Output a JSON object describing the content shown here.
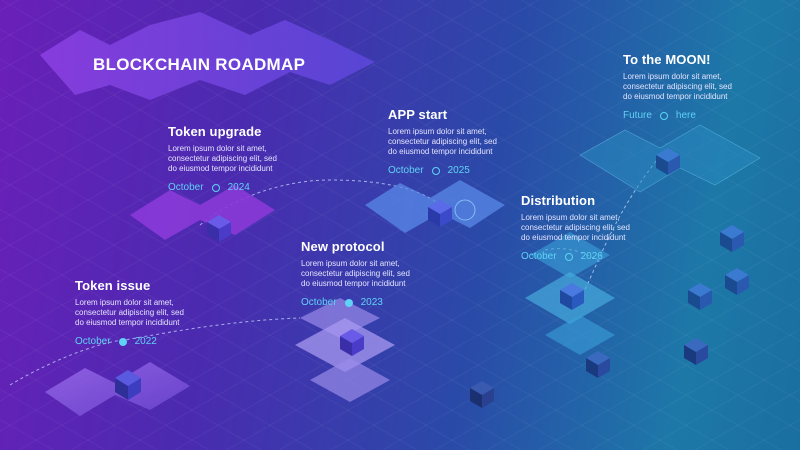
{
  "title": "BLOCKCHAIN ROADMAP",
  "colors": {
    "accent": "#5fd2f5",
    "background_left": "#6a1fb8",
    "background_right": "#1a6fa0",
    "tile": "#7b4ad8",
    "cube": "#3b3ab0"
  },
  "milestones": [
    {
      "title": "Token issue",
      "body": "Lorem ipsum dolor sit amet,\nconsectetur adipiscing elit, sed\ndo eiusmod tempor incididunt",
      "date_left": "October",
      "date_right": "2022",
      "marker": "filled"
    },
    {
      "title": "Token upgrade",
      "body": "Lorem ipsum dolor sit amet,\nconsectetur adipiscing elit, sed\ndo eiusmod tempor incididunt",
      "date_left": "October",
      "date_right": "2024",
      "marker": "ring"
    },
    {
      "title": "New protocol",
      "body": "Lorem ipsum dolor sit amet,\nconsectetur adipiscing elit, sed\ndo eiusmod tempor incididunt",
      "date_left": "October",
      "date_right": "2023",
      "marker": "filled"
    },
    {
      "title": "APP start",
      "body": "Lorem ipsum dolor sit amet,\nconsectetur adipiscing elit, sed\ndo eiusmod tempor incididunt",
      "date_left": "October",
      "date_right": "2025",
      "marker": "ring"
    },
    {
      "title": "Distribution",
      "body": "Lorem ipsum dolor sit amet,\nconsectetur adipiscing elit, sed\ndo eiusmod tempor incididunt",
      "date_left": "October",
      "date_right": "2026",
      "marker": "ring"
    },
    {
      "title": "To the MOON!",
      "body": "Lorem ipsum dolor sit amet,\nconsectetur adipiscing elit, sed\ndo eiusmod tempor incididunt",
      "date_left": "Future",
      "date_right": "here",
      "marker": "ring"
    }
  ]
}
